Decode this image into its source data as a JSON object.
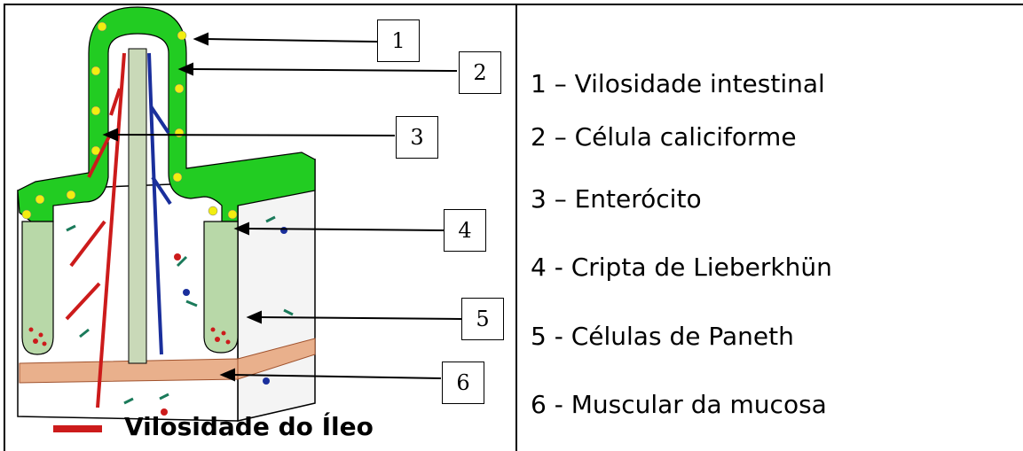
{
  "diagram": {
    "caption": "Vilosidade do Íleo",
    "callouts": [
      "1",
      "2",
      "3",
      "4",
      "5",
      "6"
    ]
  },
  "legend": {
    "items": [
      "1 – Vilosidade intestinal",
      "2 – Célula caliciforme",
      "3 – Enterócito",
      "4 - Cripta de Lieberkhün",
      "5 - Células de Paneth",
      "6 - Muscular da mucosa"
    ]
  },
  "colors": {
    "epithelium": "#22cc22",
    "goblet_cell": "#f2ee10",
    "artery": "#cc1b1b",
    "vein": "#1a2f9c",
    "lacteal": "#c9d9b8",
    "muscularis": "#e9b08c",
    "lamina": "#ffffff",
    "border": "#000000"
  }
}
